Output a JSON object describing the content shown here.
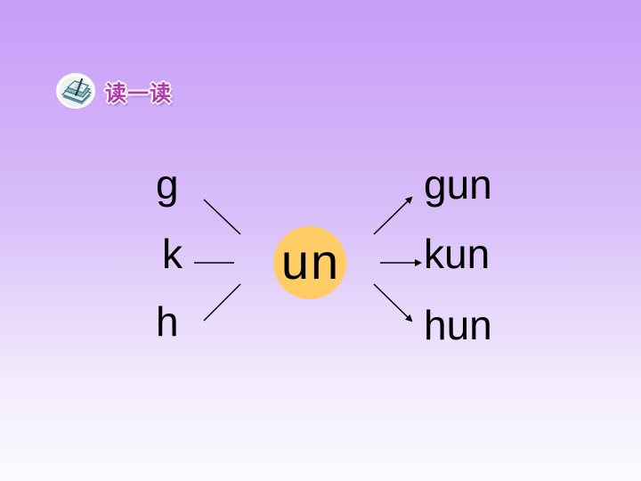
{
  "header": {
    "icon": "book-icon",
    "title": "读一读"
  },
  "initials": [
    "g",
    "k",
    "h"
  ],
  "final": "un",
  "syllables": [
    "gun",
    "kun",
    "hun"
  ],
  "colors": {
    "background_top": "#c79bf7",
    "background_bottom": "#fcfaff",
    "highlight_circle": "#ffcc66",
    "title_text": "#b03aa8",
    "text": "#000000"
  }
}
